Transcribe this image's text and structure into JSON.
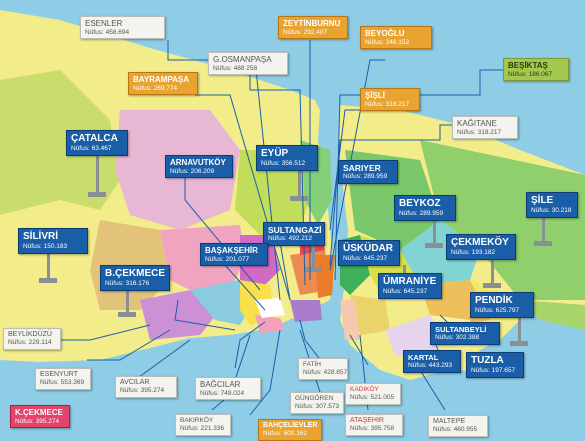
{
  "colors": {
    "sea": "#8fcde6",
    "land": "#f3ec8a",
    "blue": "#1a5ea8",
    "orange": "#e9a330",
    "green": "#a3c84f",
    "pink": "#e2436b",
    "white": "#f4f4ee"
  },
  "labels": {
    "esenler": {
      "name": "ESENLER",
      "pop": "Nüfus: 458.694"
    },
    "zeytinburnu": {
      "name": "ZEYTİNBURNU",
      "pop": "Nüfus: 292.407"
    },
    "beyoglu": {
      "name": "BEYOĞLU",
      "pop": "Nüfus: 246.152"
    },
    "gosmanpasa": {
      "name": "G.OSMANPAŞA",
      "pop": "Nüfus: 488 258"
    },
    "besiktas": {
      "name": "BEŞİKTAŞ",
      "pop": "Nüfus: 186.067"
    },
    "bayrampasa": {
      "name": "BAYRAMPAŞA",
      "pop": "Nüfus: 269.774"
    },
    "sisli": {
      "name": "ŞİŞLİ",
      "pop": "Nüfus: 318.217"
    },
    "kagitane": {
      "name": "KAĞITANE",
      "pop": "Nüfus: 318.217"
    },
    "catalca": {
      "name": "ÇATALCA",
      "pop": "Nüfus: 63.467"
    },
    "eyup": {
      "name": "EYÜP",
      "pop": "Nüfus: 356.512"
    },
    "arnavutkoy": {
      "name": "ARNAVUTKÖY",
      "pop": "Nüfus: 206.209"
    },
    "sariyer": {
      "name": "SARIYER",
      "pop": "Nüfus: 289.959"
    },
    "beykoz": {
      "name": "BEYKOZ",
      "pop": "Nüfus: 289.959"
    },
    "sile": {
      "name": "ŞİLE",
      "pop": "Nüfus: 30.218"
    },
    "silivri": {
      "name": "SİLİVRİ",
      "pop": "Nüfus: 150.183"
    },
    "sultangazi": {
      "name": "SULTANGAZİ",
      "pop": "Nüfus: 492.212"
    },
    "basaksehir": {
      "name": "BAŞAKŞEHİR",
      "pop": "Nüfus: 201.077"
    },
    "uskudar": {
      "name": "ÜSKÜDAR",
      "pop": "Nüfus: 645.237"
    },
    "cekmekoy": {
      "name": "ÇEKMEKÖY",
      "pop": "Nüfus: 193.182"
    },
    "bcekmece": {
      "name": "B.ÇEKMECE",
      "pop": "Nüfus: 316.176"
    },
    "umraniye": {
      "name": "ÜMRANİYE",
      "pop": "Nüfus: 645.237"
    },
    "pendik": {
      "name": "PENDİK",
      "pop": "Nüfus: 625.797"
    },
    "beylikduzu": {
      "name": "BEYLİKDÜZÜ",
      "pop": "Nüfus: 229.114"
    },
    "sultanbeyli": {
      "name": "SULTANBEYLİ",
      "pop": "Nüfus: 302.388"
    },
    "esenyurt": {
      "name": "ESENYURT",
      "pop": "Nüfus: 553.369"
    },
    "kartal": {
      "name": "KARTAL",
      "pop": "Nüfus: 443.293"
    },
    "tuzla": {
      "name": "TUZLA",
      "pop": "Nüfus: 197.657"
    },
    "avcilar": {
      "name": "AVCILAR",
      "pop": "Nüfus: 395.274"
    },
    "bagcilar": {
      "name": "BAĞCILAR",
      "pop": "Nüfus: 749.024"
    },
    "fatih": {
      "name": "FATİH",
      "pop": "Nüfus: 428.857"
    },
    "gungoren": {
      "name": "GÜNGÖREN",
      "pop": "Nüfus: 307.573"
    },
    "kadikoy": {
      "name": "KADIKÖY",
      "pop": "Nüfus: 521.005"
    },
    "maltepe": {
      "name": "MALTEPE",
      "pop": "Nüfus: 460.955"
    },
    "kcekmece": {
      "name": "K.ÇEKMECE",
      "pop": "Nüfus: 395.274"
    },
    "bakirkoy": {
      "name": "BAKIRKÖY",
      "pop": "Nüfus: 221.336"
    },
    "bahcelievler": {
      "name": "BAHÇELİEVLER",
      "pop": "Nüfus: 600.162"
    },
    "atasehir": {
      "name": "ATAŞEHİR",
      "pop": "Nüfus: 395.758"
    }
  }
}
